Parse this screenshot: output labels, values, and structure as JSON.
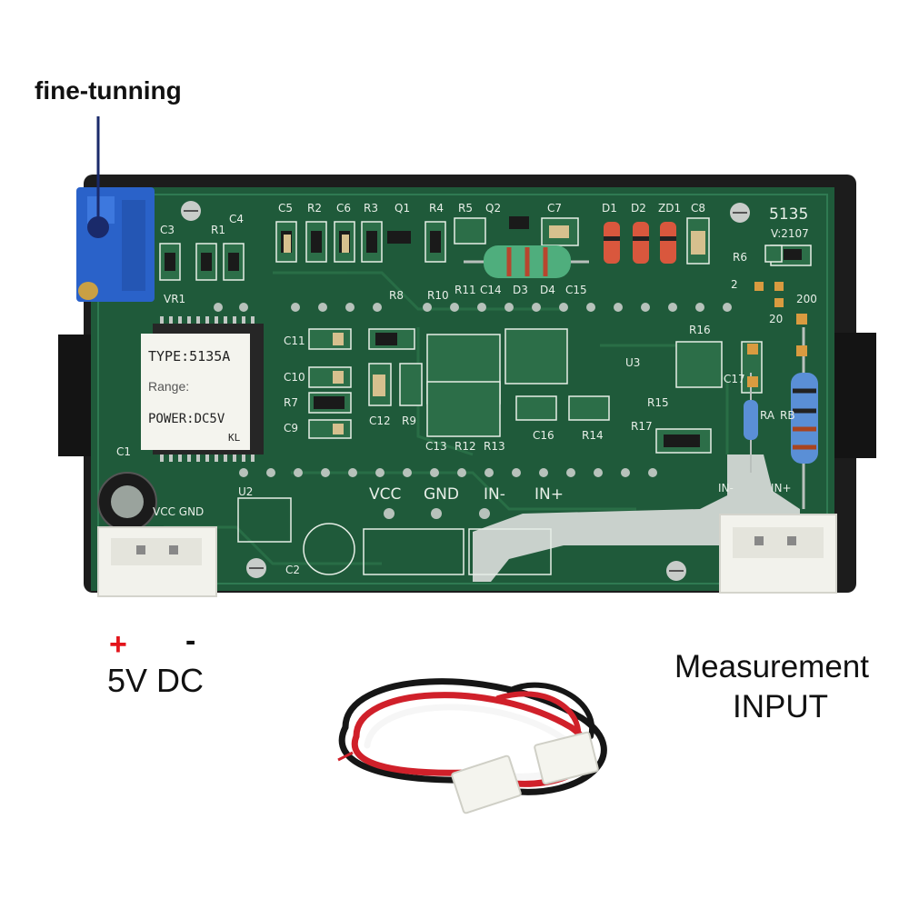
{
  "annotations": {
    "fine_tuning": "fine-tunning",
    "plus": "+",
    "minus": "-",
    "power": "5V DC",
    "measurement_line1": "Measurement",
    "measurement_line2": "INPUT"
  },
  "board": {
    "model": "5135",
    "version": "V:2107",
    "chip_type": "TYPE:5135A",
    "chip_range": "Range:",
    "chip_power": "POWER:DC5V",
    "chip_mark": "KL",
    "silkscreen": {
      "c3": "C3",
      "r1": "R1",
      "c4": "C4",
      "vr1": "VR1",
      "c5": "C5",
      "r2": "R2",
      "c6": "C6",
      "r3": "R3",
      "q1": "Q1",
      "r4": "R4",
      "r5": "R5",
      "q2": "Q2",
      "c7": "C7",
      "d1": "D1",
      "d2": "D2",
      "zd1": "ZD1",
      "c8": "C8",
      "r6": "R6",
      "r8": "R8",
      "r10": "R10",
      "r11": "R11",
      "c14": "C14",
      "d3": "D3",
      "d4": "D4",
      "c15": "C15",
      "n2": "2",
      "n20": "20",
      "n200": "200",
      "c11": "C11",
      "c10": "C10",
      "r7": "R7",
      "c9": "C9",
      "c12": "C12",
      "r9": "R9",
      "c13": "C13",
      "r12": "R12",
      "r13": "R13",
      "c16": "C16",
      "r14": "R14",
      "u3": "U3",
      "r16": "R16",
      "c17": "C17",
      "r15": "R15",
      "r17": "R17",
      "ra": "RA",
      "rb": "RB",
      "c1": "C1",
      "u2": "U2",
      "c2": "C2",
      "vcc_gnd": "VCC GND",
      "vcc": "VCC",
      "gnd": "GND",
      "in_minus": "IN-",
      "in_plus": "IN+",
      "in_minus_r": "IN-",
      "in_plus_r": "IN+"
    }
  },
  "colors": {
    "pcb": "#1f5a3a",
    "pcb_dark": "#174a2f",
    "enclosure": "#1c1c1c",
    "trimmer": "#2a62c9",
    "connector": "#f2f2ec",
    "wire_red": "#d0202a",
    "wire_black": "#161616",
    "wire_white": "#f6f6f6"
  }
}
